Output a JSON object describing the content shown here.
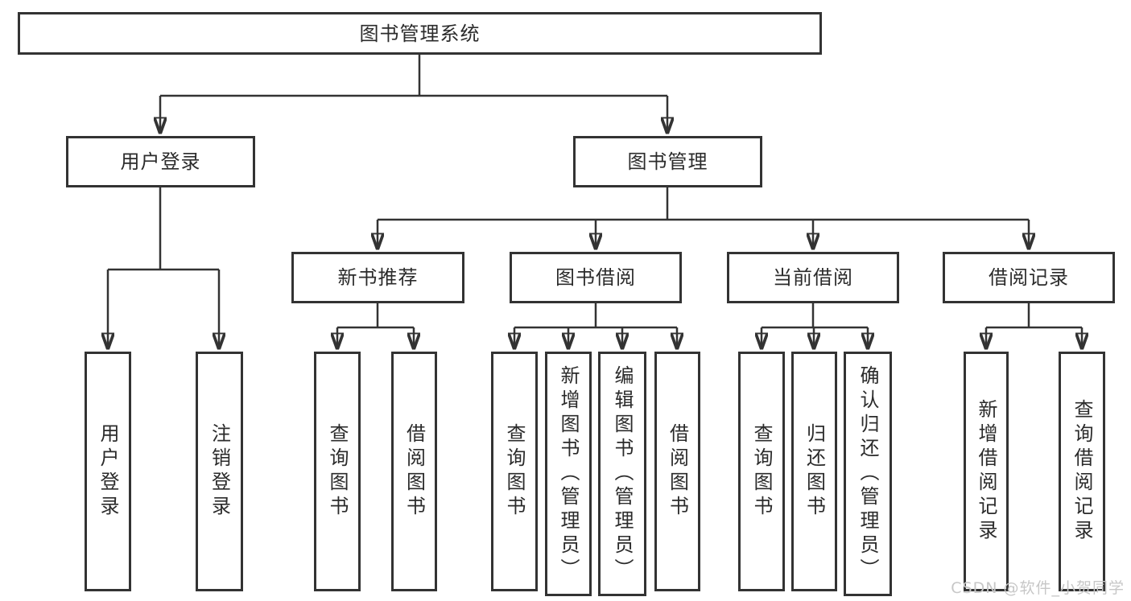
{
  "tree": {
    "root": {
      "label": "图书管理系统"
    },
    "children": [
      {
        "label": "用户登录",
        "children": [
          {
            "label": "用户登录"
          },
          {
            "label": "注销登录"
          }
        ]
      },
      {
        "label": "图书管理",
        "children": [
          {
            "label": "新书推荐",
            "children": [
              {
                "label": "查询图书"
              },
              {
                "label": "借阅图书"
              }
            ]
          },
          {
            "label": "图书借阅",
            "children": [
              {
                "label": "查询图书"
              },
              {
                "label": "新增图书（管理员）"
              },
              {
                "label": "编辑图书（管理员）"
              },
              {
                "label": "借阅图书"
              }
            ]
          },
          {
            "label": "当前借阅",
            "children": [
              {
                "label": "查询图书"
              },
              {
                "label": "归还图书"
              },
              {
                "label": "确认归还（管理员）"
              }
            ]
          },
          {
            "label": "借阅记录",
            "children": [
              {
                "label": "新增借阅记录"
              },
              {
                "label": "查询借阅记录"
              }
            ]
          }
        ]
      }
    ]
  },
  "watermark": {
    "text": "CSDN @软件_小贺同学"
  },
  "colors": {
    "line": "#333333",
    "box_border": "#333333",
    "text": "#2b2b2b",
    "watermark": "#c7c7c7"
  }
}
